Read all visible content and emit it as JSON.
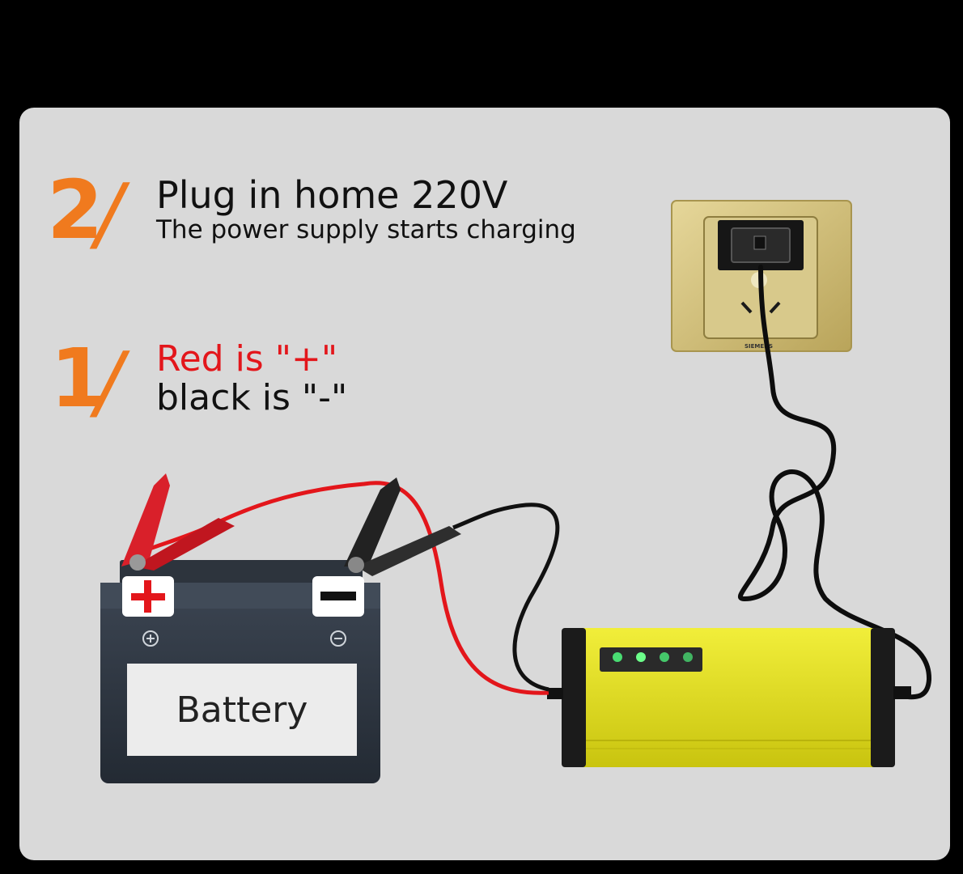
{
  "steps": {
    "step2": {
      "number": "2",
      "title": "Plug in home 220V",
      "subtitle": "The power supply starts charging"
    },
    "step1": {
      "number": "1",
      "line_red": "Red is \"+\"",
      "line_black": "black is \"-\""
    }
  },
  "battery": {
    "label": "Battery",
    "positive_marker": "+",
    "negative_marker": "−"
  },
  "outlet": {
    "brand": "SIEMENS"
  },
  "colors": {
    "accent_orange": "#f07a1e",
    "red_wire": "#e3161b",
    "charger_yellow": "#e6e31a",
    "led_green": "#4cf07a",
    "outlet_gold": "#cdbb78"
  },
  "icons": [
    "battery-icon",
    "charger-icon",
    "wall-outlet-icon",
    "red-clamp-icon",
    "black-clamp-icon",
    "power-cord-icon"
  ]
}
